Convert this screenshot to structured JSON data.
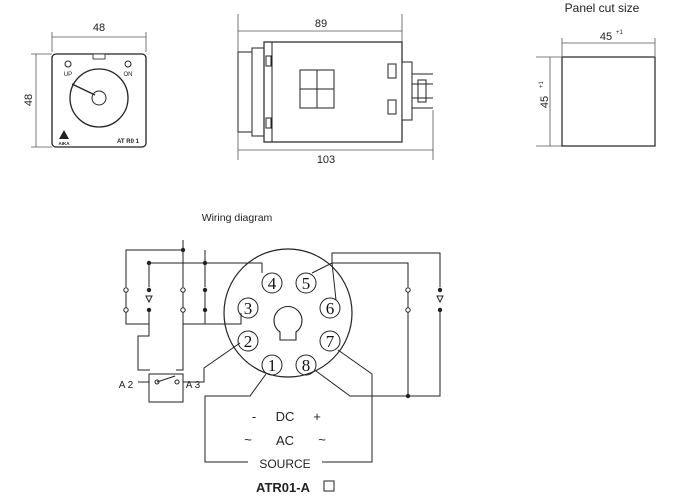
{
  "front_view": {
    "width_label": "48",
    "height_label": "48",
    "dial_left": "UP",
    "dial_right": "ON",
    "model": "AT R0 1",
    "brand": "AIKA"
  },
  "side_view": {
    "top_label": "89",
    "bottom_label": "103"
  },
  "panel_cut": {
    "title": "Panel cut size",
    "width_label": "45",
    "width_tol": "+1",
    "height_label": "45",
    "height_tol": "+1"
  },
  "wiring": {
    "title": "Wiring diagram",
    "pins": [
      "1",
      "2",
      "3",
      "4",
      "5",
      "6",
      "7",
      "8"
    ],
    "switch_left": "A 2",
    "switch_right": "A 3",
    "dc_minus": "-",
    "dc_label": "DC",
    "dc_plus": "+",
    "ac_left": "~",
    "ac_label": "AC",
    "ac_right": "~",
    "source_label": "SOURCE",
    "model_label": "ATR01-A",
    "checkbox": "□"
  }
}
